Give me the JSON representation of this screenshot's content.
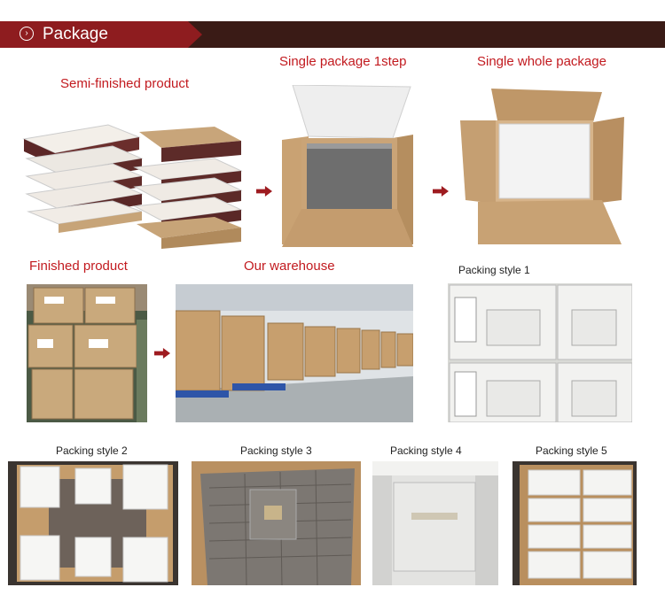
{
  "header": {
    "title": "Package",
    "icon": "chevron-circle-icon",
    "colors": {
      "dark": "#3a1b16",
      "accent": "#8e1c1f",
      "label_red": "#c21a1f"
    }
  },
  "labels": {
    "semi_finished": "Semi-finished product",
    "single_1step": "Single package 1step",
    "single_whole": "Single whole package",
    "finished": "Finished product",
    "warehouse": "Our warehouse",
    "style1": "Packing style 1",
    "style2": "Packing style 2",
    "style3": "Packing style 3",
    "style4": "Packing style 4",
    "style5": "Packing style 5"
  }
}
